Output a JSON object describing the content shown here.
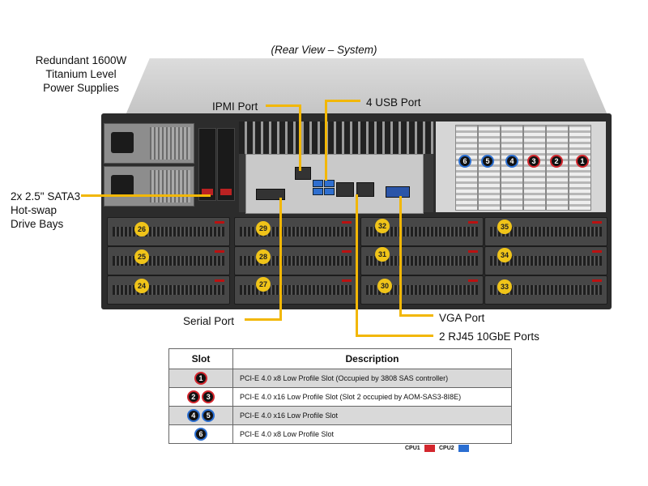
{
  "title": "(Rear View – System)",
  "callouts": {
    "power_supplies": [
      "Redundant  1600W",
      "Titanium Level",
      "Power Supplies"
    ],
    "sata_bays": [
      "2x 2.5\" SATA3",
      "Hot-swap",
      "Drive Bays"
    ],
    "ipmi": "IPMI Port",
    "usb": "4 USB Port",
    "serial": "Serial Port",
    "vga": "VGA Port",
    "rj45": "2 RJ45  10GbE Ports"
  },
  "drive_bays": [
    "26",
    "29",
    "32",
    "35",
    "25",
    "28",
    "31",
    "34",
    "24",
    "27",
    "30",
    "33"
  ],
  "pcie_slots": [
    {
      "num": "6",
      "cpu": "cpu2"
    },
    {
      "num": "5",
      "cpu": "cpu2"
    },
    {
      "num": "4",
      "cpu": "cpu2"
    },
    {
      "num": "3",
      "cpu": "cpu1"
    },
    {
      "num": "2",
      "cpu": "cpu1"
    },
    {
      "num": "1",
      "cpu": "cpu1"
    }
  ],
  "legend_table": {
    "headers": [
      "Slot",
      "Description"
    ],
    "rows": [
      {
        "slots": [
          "1"
        ],
        "desc": "PCI-E  4.0 x8 Low Profile Slot (Occupied by 3808 SAS controller)"
      },
      {
        "slots": [
          "2",
          "3"
        ],
        "desc": "PCI-E  4.0 x16 Low Profile Slot (Slot 2 occupied by AOM-SAS3-8I8E)"
      },
      {
        "slots": [
          "4",
          "5"
        ],
        "desc": "PCI-E  4.0 x16 Low Profile Slot"
      },
      {
        "slots": [
          "6"
        ],
        "desc": "PCI-E  4.0 x8 Low Profile Slot"
      }
    ]
  },
  "cpu_key": {
    "cpu1": "CPU1",
    "cpu2": "CPU2"
  },
  "colors": {
    "cpu1": "#d3262d",
    "cpu2": "#2a6ed1",
    "callout_line": "#f2b705",
    "drive_label": "#f0c419"
  }
}
